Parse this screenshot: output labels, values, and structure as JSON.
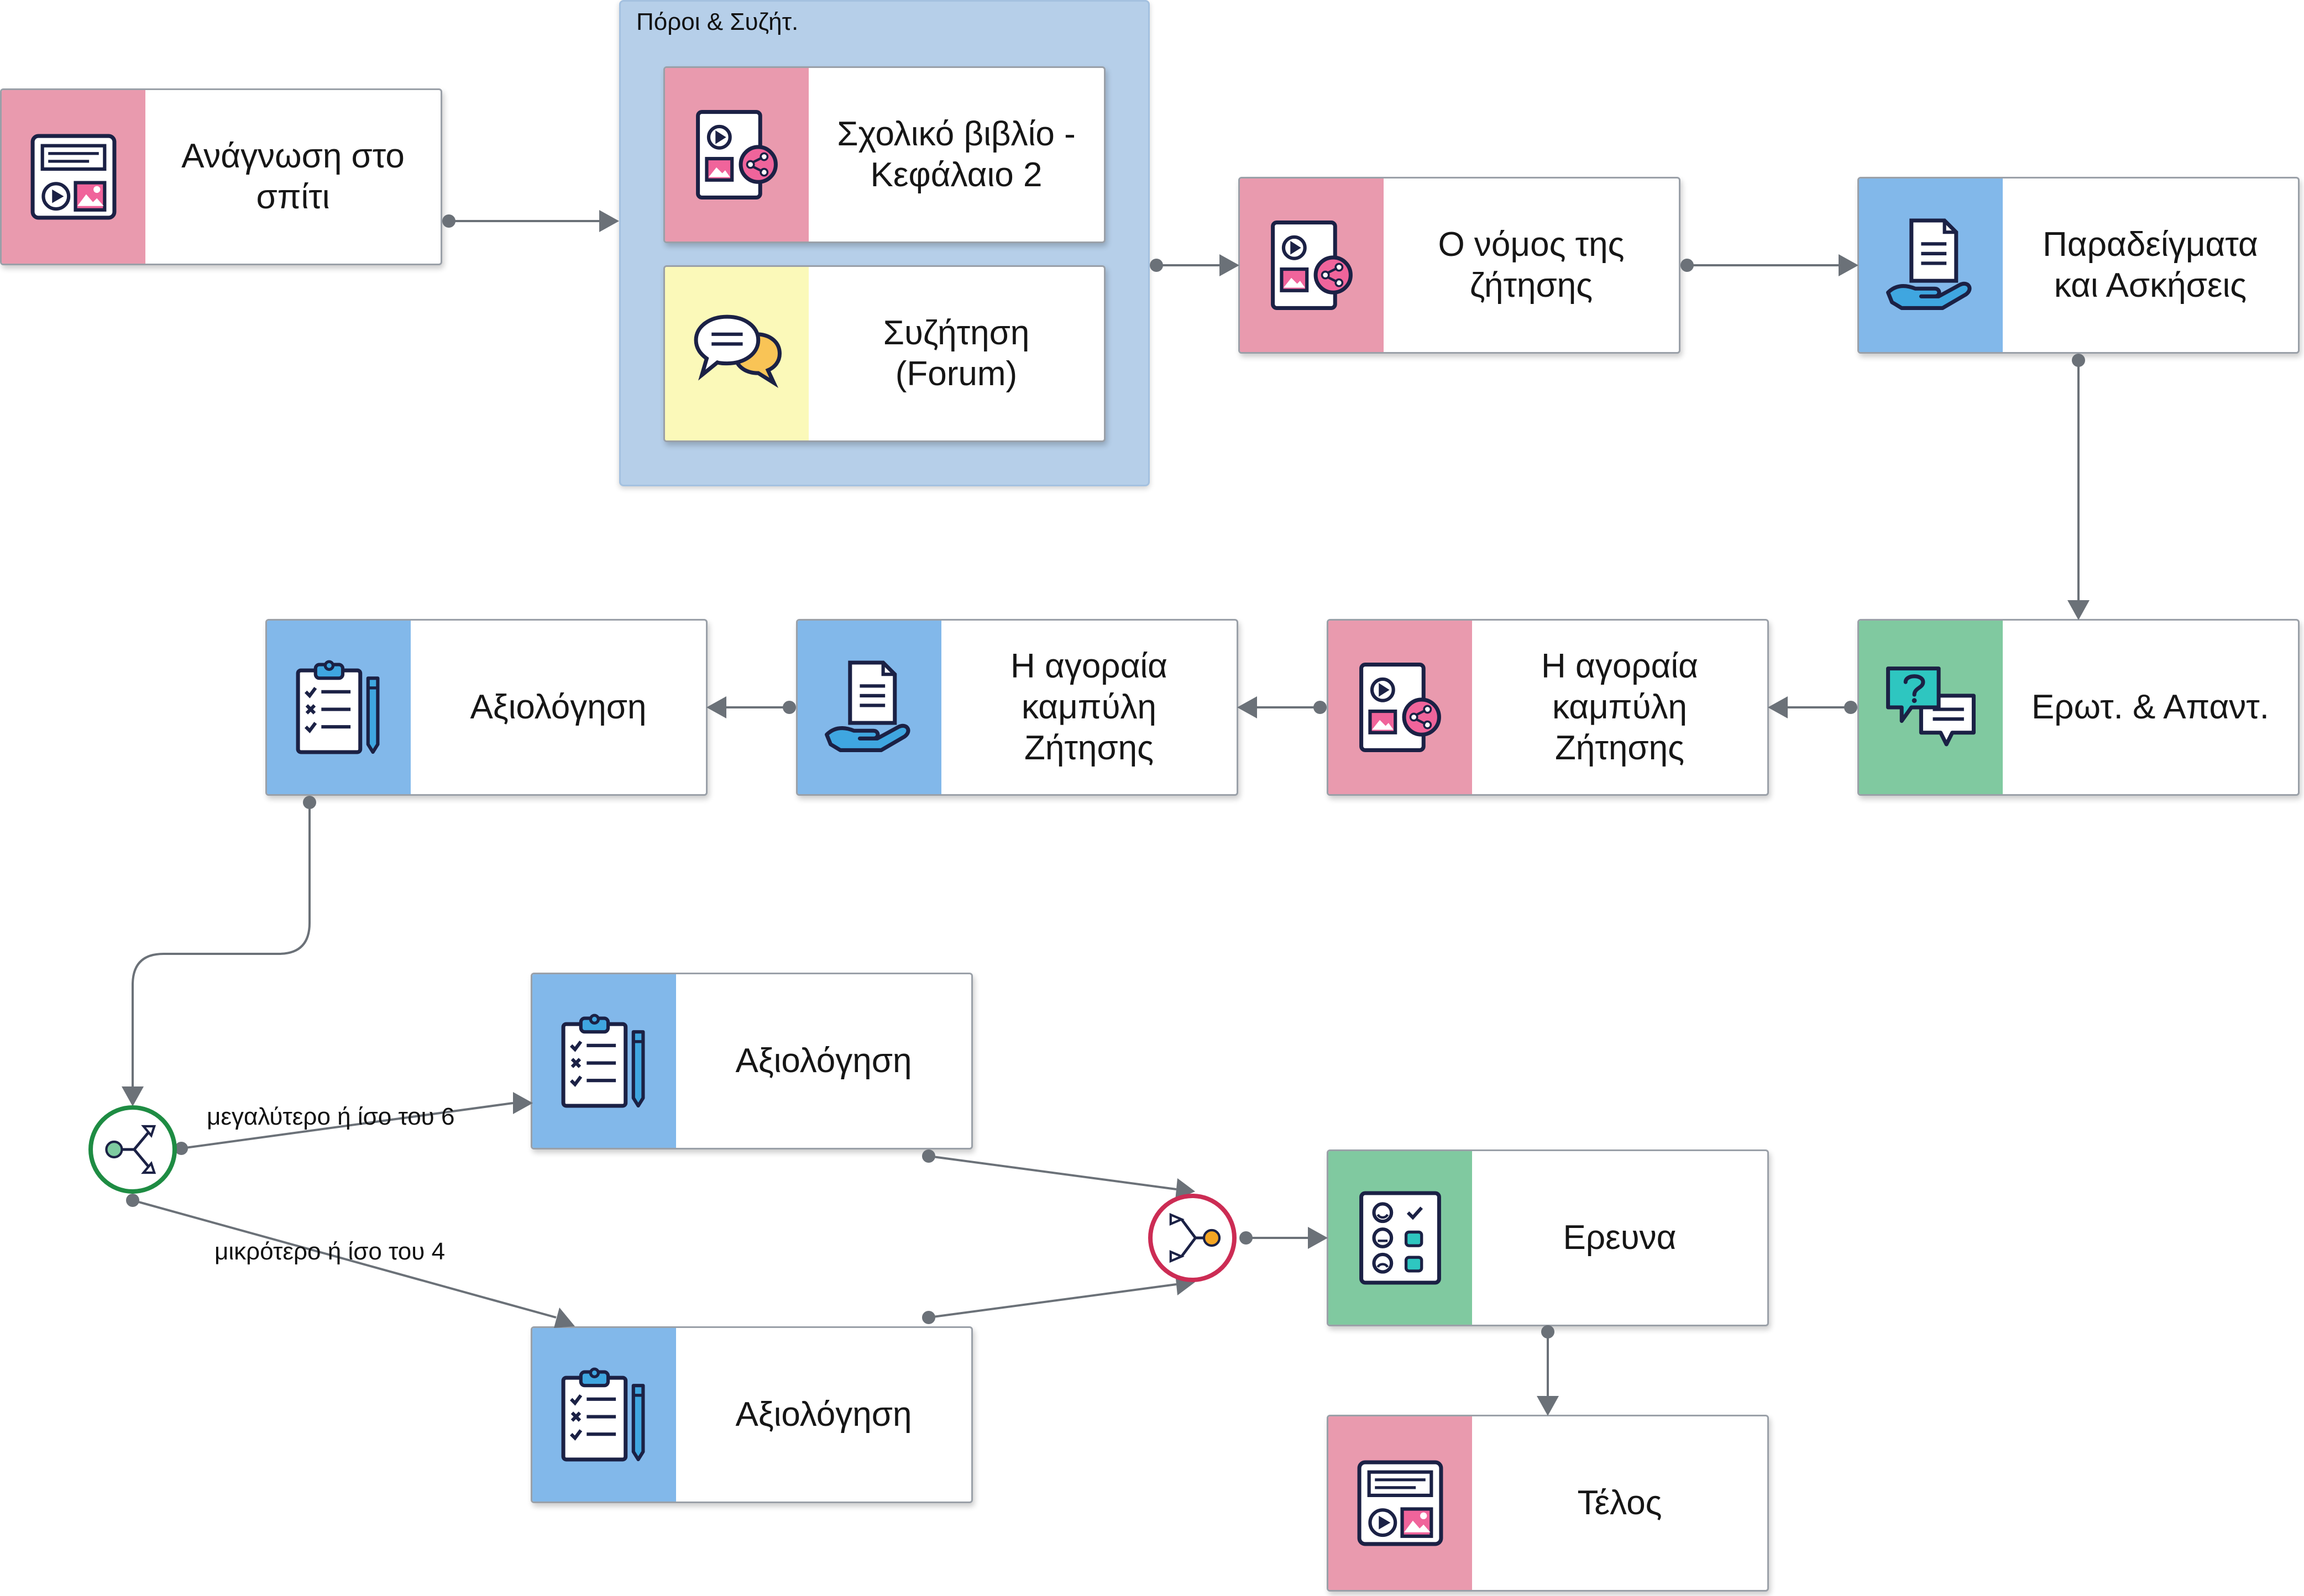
{
  "group": {
    "label": "Πόροι & Συζήτ."
  },
  "nodes": {
    "reading": {
      "label": "Ανάγνωση στο\nσπίτι",
      "icon": "media-page-icon",
      "color": "#e99aae"
    },
    "textbook": {
      "label": "Σχολικό βιβλίο -\nΚεφάλαιο 2",
      "icon": "media-share-icon",
      "color": "#e99aae"
    },
    "forum": {
      "label": "Συζήτηση\n(Forum)",
      "icon": "chat-bubbles-icon",
      "color": "#fbf9b9"
    },
    "law_demand": {
      "label": "Ο νόμος της\nζήτησης",
      "icon": "media-share-icon",
      "color": "#e99aae"
    },
    "examples": {
      "label": "Παραδείγματα\nκαι Ασκήσεις",
      "icon": "document-hand-icon",
      "color": "#82b8ea"
    },
    "qa": {
      "label": "Ερωτ. & Απαντ.",
      "icon": "question-chat-icon",
      "color": "#80c9a0"
    },
    "curve_1": {
      "label": "Η αγοραία\nκαμπύλη\nΖήτησης",
      "icon": "media-share-icon",
      "color": "#e99aae"
    },
    "curve_2": {
      "label": "Η αγοραία\nκαμπύλη\nΖήτησης",
      "icon": "document-hand-icon",
      "color": "#82b8ea"
    },
    "assessment_1": {
      "label": "Αξιολόγηση",
      "icon": "clipboard-pencil-icon",
      "color": "#82b8ea"
    },
    "assessment_2": {
      "label": "Αξιολόγηση",
      "icon": "clipboard-pencil-icon",
      "color": "#82b8ea"
    },
    "assessment_3": {
      "label": "Αξιολόγηση",
      "icon": "clipboard-pencil-icon",
      "color": "#82b8ea"
    },
    "survey": {
      "label": "Ερευνα",
      "icon": "survey-faces-icon",
      "color": "#80c9a0"
    },
    "end": {
      "label": "Τέλος",
      "icon": "media-page-icon",
      "color": "#e99aae"
    }
  },
  "gateways": {
    "split": {
      "icon": "branch-split-icon",
      "color": "#1e8c43"
    },
    "join": {
      "icon": "branch-merge-icon",
      "color": "#cc2c54"
    }
  },
  "edge_labels": {
    "greater": "μεγαλύτερο ή ίσο του 6",
    "smaller": "μικρότερο ή ίσο του 4"
  }
}
